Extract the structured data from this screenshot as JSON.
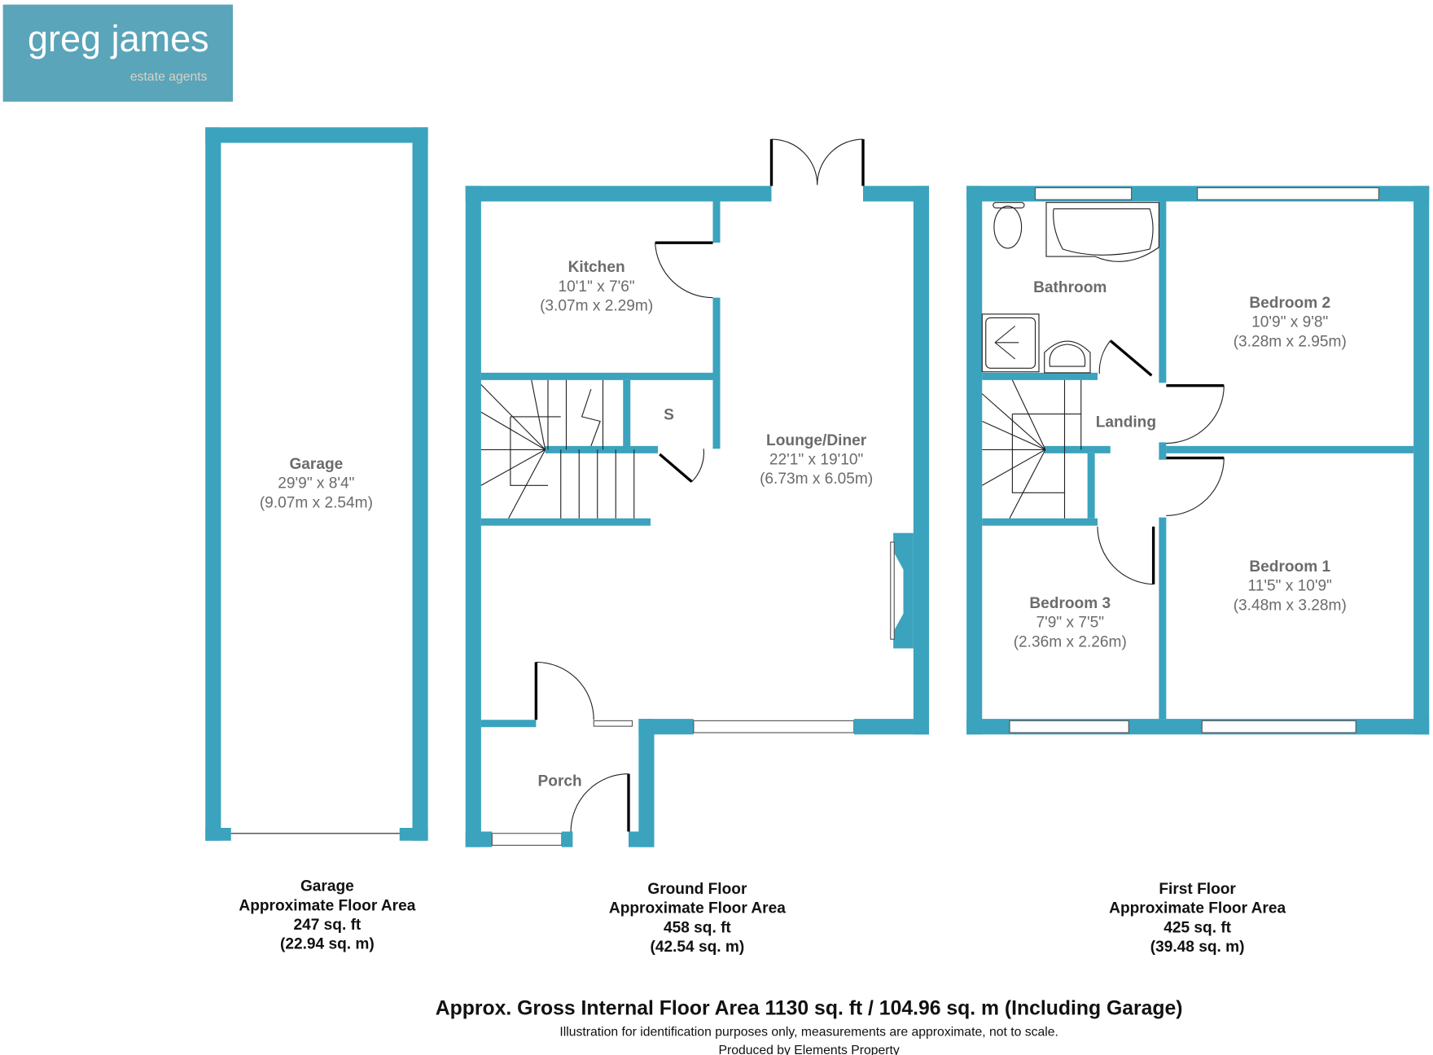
{
  "logo": {
    "brand": "greg james",
    "tagline": "estate agents",
    "bg_color": "#5aa5ba"
  },
  "wall_color": "#3ba3bd",
  "rooms": {
    "garage": {
      "name": "Garage",
      "imperial": "29'9\" x 8'4\"",
      "metric": "(9.07m x 2.54m)"
    },
    "kitchen": {
      "name": "Kitchen",
      "imperial": "10'1\" x 7'6\"",
      "metric": "(3.07m x 2.29m)"
    },
    "storage": {
      "name": "S"
    },
    "lounge": {
      "name": "Lounge/Diner",
      "imperial": "22'1\" x 19'10\"",
      "metric": "(6.73m x 6.05m)"
    },
    "porch": {
      "name": "Porch"
    },
    "bathroom": {
      "name": "Bathroom"
    },
    "landing": {
      "name": "Landing"
    },
    "bedroom2": {
      "name": "Bedroom 2",
      "imperial": "10'9\" x 9'8\"",
      "metric": "(3.28m x 2.95m)"
    },
    "bedroom1": {
      "name": "Bedroom 1",
      "imperial": "11'5\" x 10'9\"",
      "metric": "(3.48m x 3.28m)"
    },
    "bedroom3": {
      "name": "Bedroom 3",
      "imperial": "7'9\" x 7'5\"",
      "metric": "(2.36m x 2.26m)"
    }
  },
  "summaries": [
    {
      "title": "Garage",
      "label": "Approximate Floor Area",
      "sqft": "247 sq. ft",
      "sqm": "(22.94 sq. m)"
    },
    {
      "title": "Ground Floor",
      "label": "Approximate Floor Area",
      "sqft": "458 sq. ft",
      "sqm": "(42.54 sq. m)"
    },
    {
      "title": "First Floor",
      "label": "Approximate Floor Area",
      "sqft": "425 sq. ft",
      "sqm": "(39.48 sq. m)"
    }
  ],
  "footer": {
    "gross": "Approx. Gross Internal Floor Area 1130 sq. ft / 104.96 sq. m (Including Garage)",
    "disclaimer": "Illustration for identification purposes only, measurements are approximate, not to scale.",
    "produced_by": "Produced by Elements Property"
  }
}
